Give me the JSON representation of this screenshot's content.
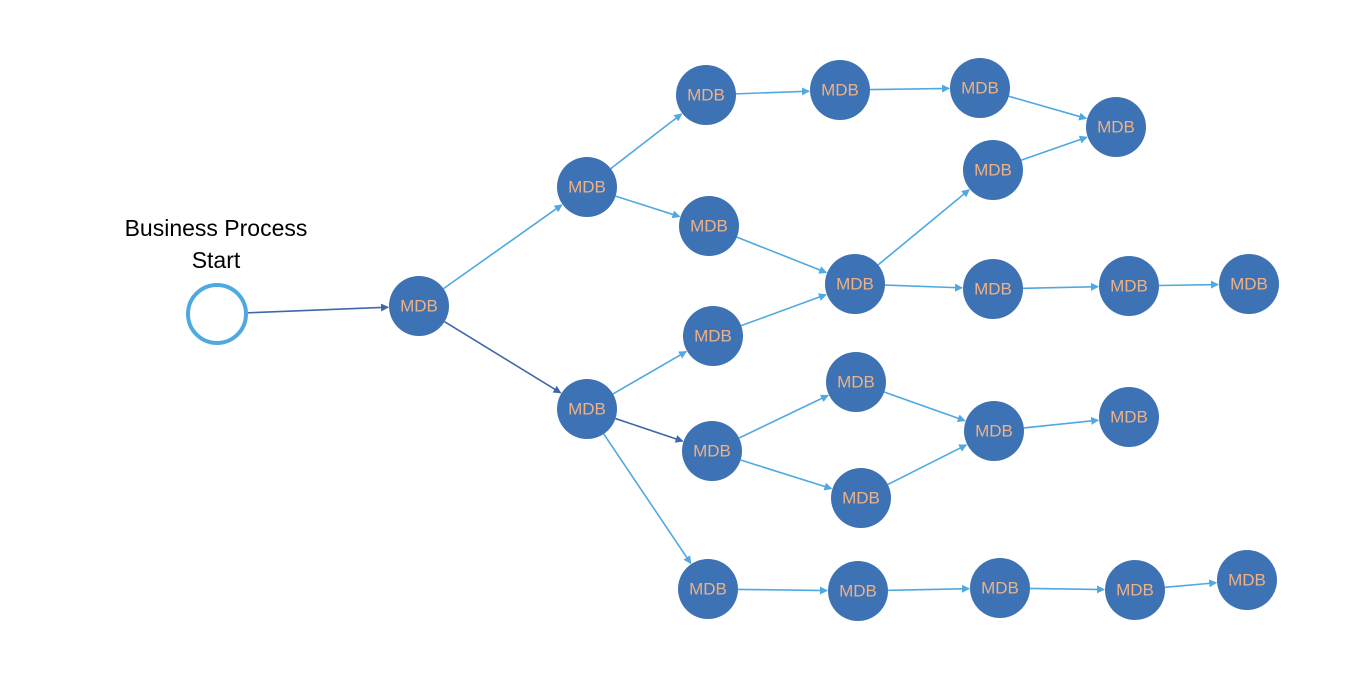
{
  "diagram": {
    "start": {
      "label_line1": "Business Process",
      "label_line2": "Start"
    },
    "node_label": "MDB",
    "colors": {
      "node_fill": "#3d72b4",
      "node_text": "#f0b184",
      "edge": "#4ea9e3",
      "edge_dark": "#3f68ab",
      "start_stroke": "#4ea9e3"
    },
    "nodes": [
      {
        "id": "n1"
      },
      {
        "id": "n2"
      },
      {
        "id": "n3"
      },
      {
        "id": "n4"
      },
      {
        "id": "n5"
      },
      {
        "id": "n6"
      },
      {
        "id": "n7"
      },
      {
        "id": "n8"
      },
      {
        "id": "n9"
      },
      {
        "id": "n10"
      },
      {
        "id": "n11"
      },
      {
        "id": "n12"
      },
      {
        "id": "n13"
      },
      {
        "id": "n14"
      },
      {
        "id": "n15"
      },
      {
        "id": "n16"
      },
      {
        "id": "n17"
      },
      {
        "id": "n18"
      },
      {
        "id": "n19"
      },
      {
        "id": "n20"
      },
      {
        "id": "n21"
      },
      {
        "id": "n22"
      },
      {
        "id": "n23"
      },
      {
        "id": "n24"
      },
      {
        "id": "n25"
      }
    ],
    "edges": [
      {
        "from": "start",
        "to": "n1"
      },
      {
        "from": "n1",
        "to": "n2"
      },
      {
        "from": "n1",
        "to": "n3"
      },
      {
        "from": "n2",
        "to": "n4"
      },
      {
        "from": "n2",
        "to": "n5"
      },
      {
        "from": "n4",
        "to": "n6"
      },
      {
        "from": "n6",
        "to": "n7"
      },
      {
        "from": "n7",
        "to": "n8"
      },
      {
        "from": "n9",
        "to": "n8"
      },
      {
        "from": "n5",
        "to": "n10"
      },
      {
        "from": "n10",
        "to": "n9"
      },
      {
        "from": "n10",
        "to": "n11"
      },
      {
        "from": "n11",
        "to": "n12"
      },
      {
        "from": "n12",
        "to": "n13"
      },
      {
        "from": "n3",
        "to": "n14"
      },
      {
        "from": "n14",
        "to": "n10"
      },
      {
        "from": "n3",
        "to": "n15"
      },
      {
        "from": "n15",
        "to": "n16"
      },
      {
        "from": "n15",
        "to": "n17"
      },
      {
        "from": "n16",
        "to": "n18"
      },
      {
        "from": "n17",
        "to": "n18"
      },
      {
        "from": "n18",
        "to": "n19"
      },
      {
        "from": "n3",
        "to": "n20"
      },
      {
        "from": "n20",
        "to": "n21"
      },
      {
        "from": "n21",
        "to": "n22"
      },
      {
        "from": "n22",
        "to": "n23"
      },
      {
        "from": "n23",
        "to": "n24"
      }
    ]
  }
}
